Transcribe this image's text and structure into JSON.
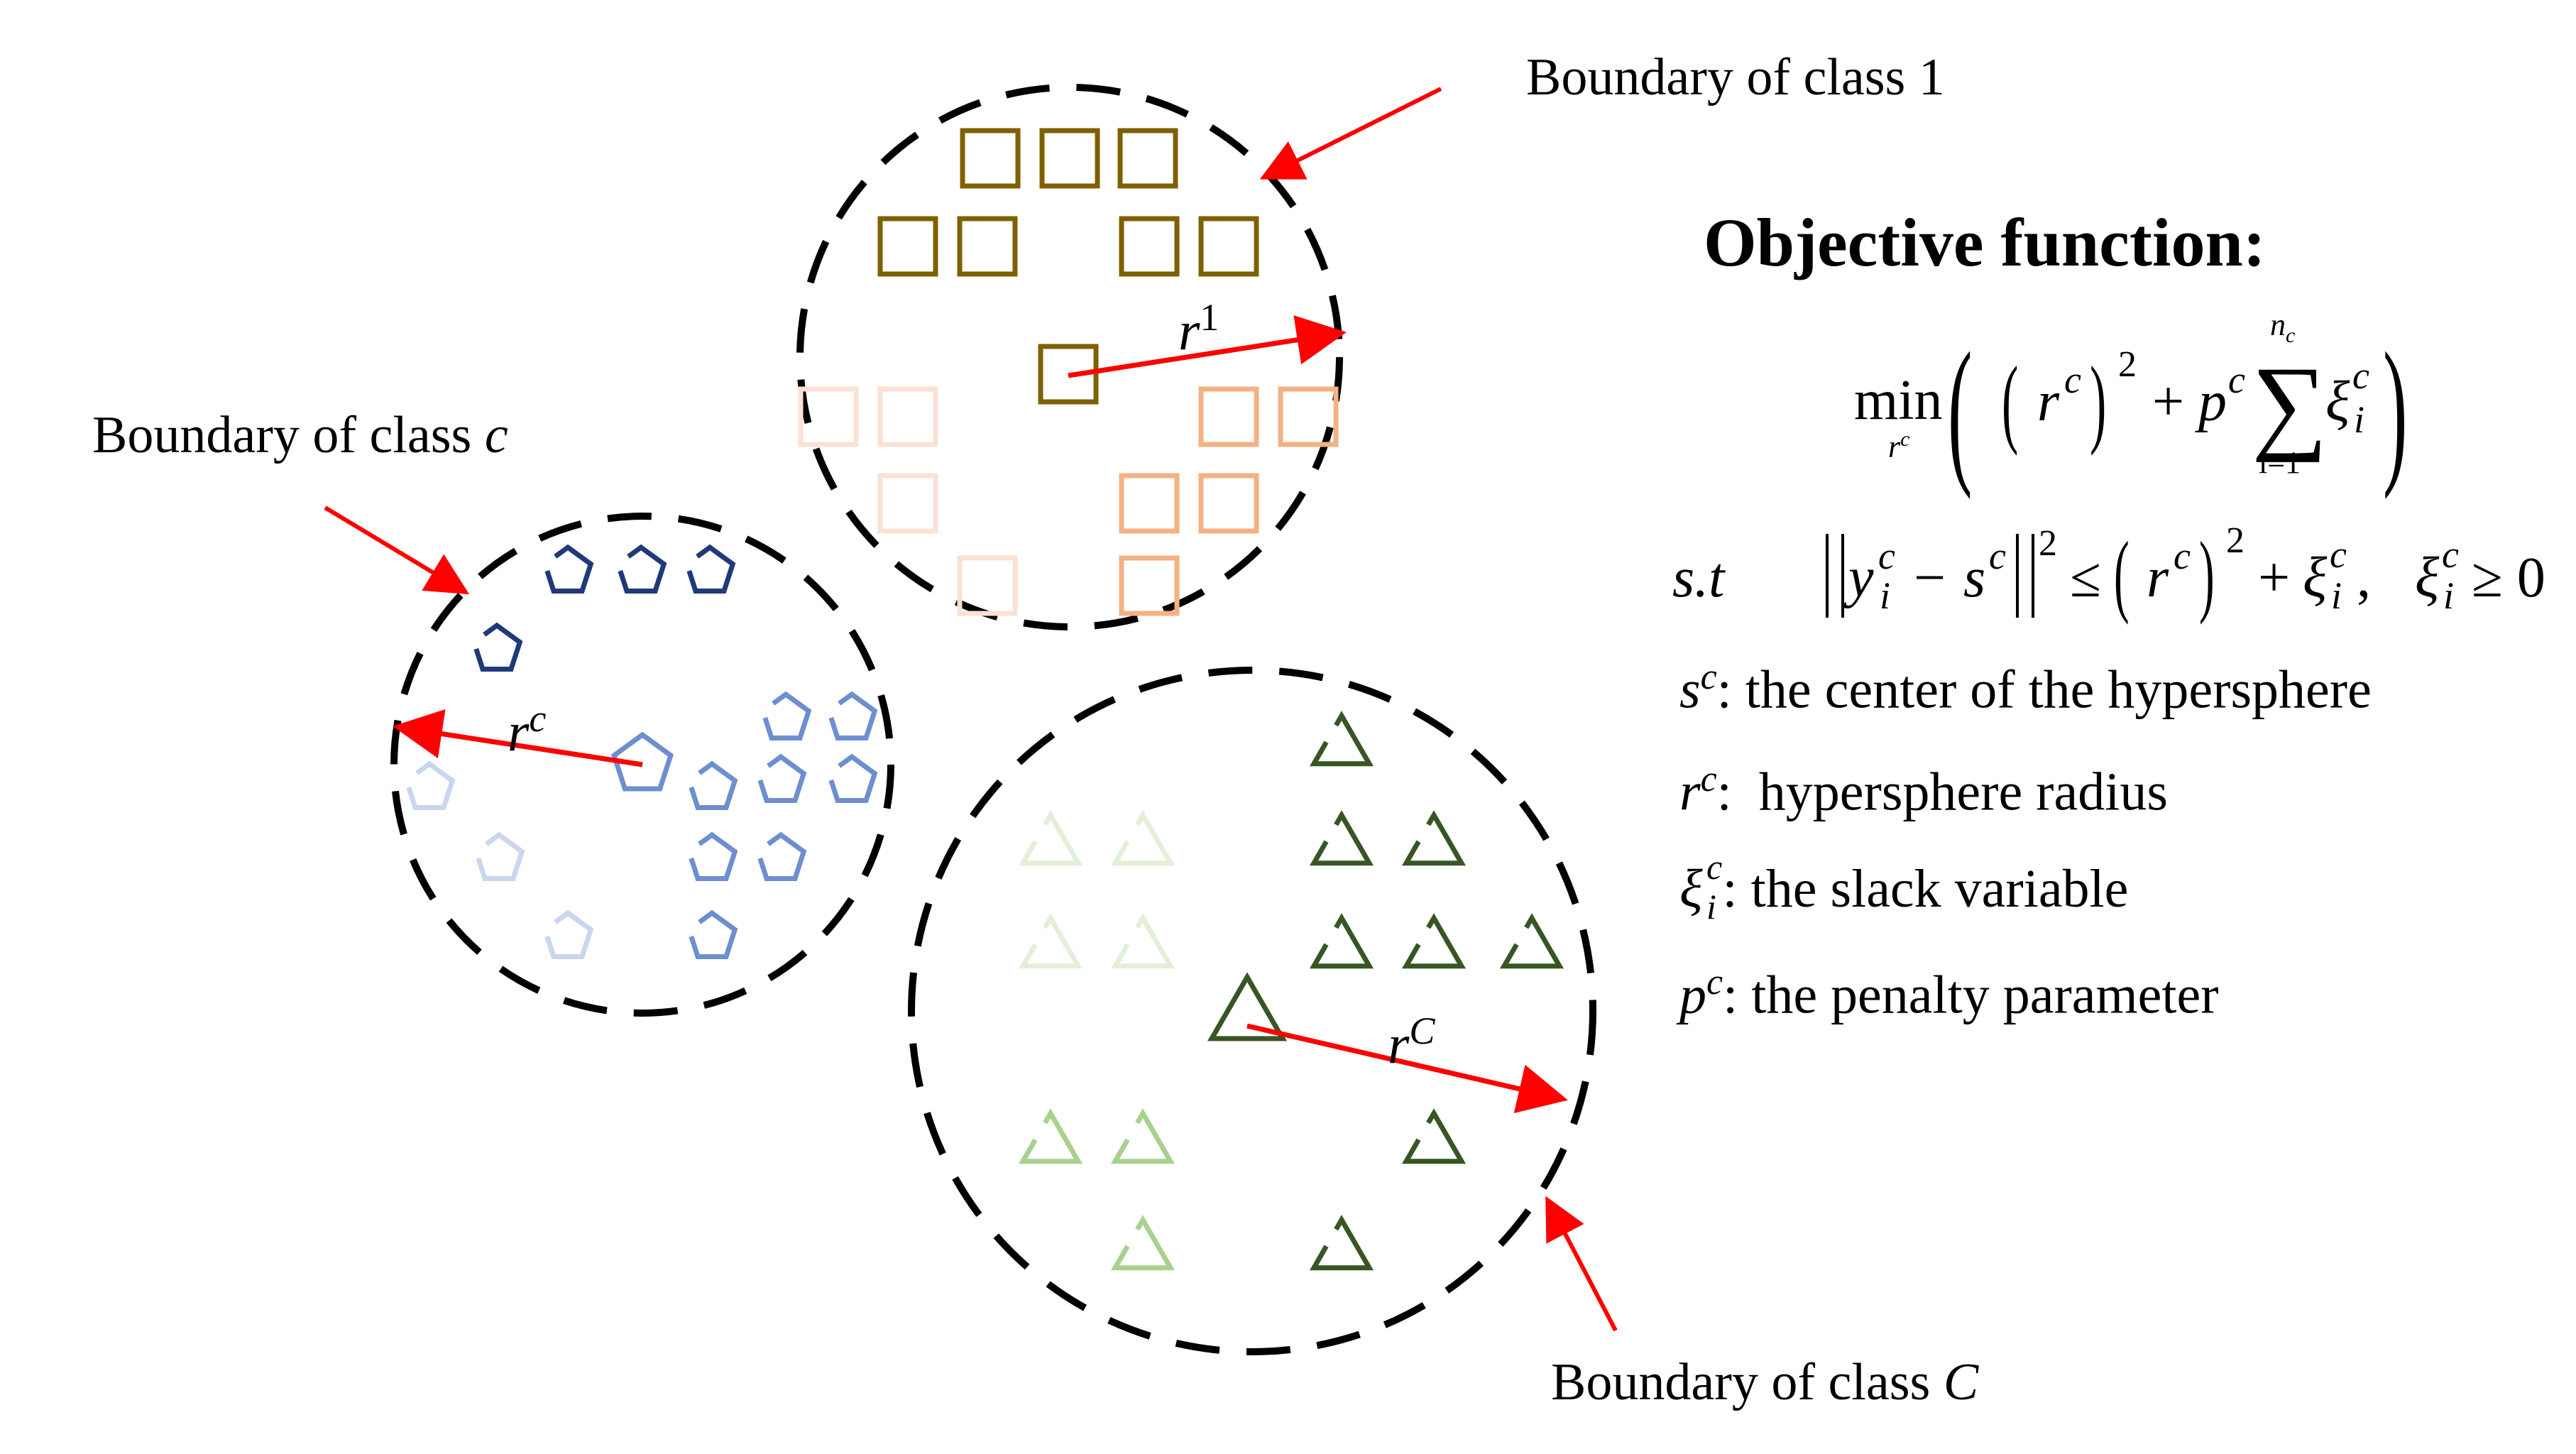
{
  "labels": {
    "boundary_class_1": "Boundary of class 1",
    "boundary_class_c_prefix": "Boundary of class ",
    "boundary_class_c_var": "c",
    "boundary_class_C_prefix": "Boundary of class ",
    "boundary_class_C_var": "C"
  },
  "radii": {
    "r1_base": "r",
    "r1_sup": "1",
    "rc_base": "r",
    "rc_sup": "c",
    "rC_base": "r",
    "rC_sup": "C"
  },
  "objective": {
    "title": "Objective function:",
    "min": "min",
    "min_sub": "r",
    "min_sub_sup": "c",
    "r": "r",
    "c": "c",
    "sq": "2",
    "plus": "+",
    "p": "p",
    "sum": "∑",
    "sum_top_n": "n",
    "sum_top_c": "c",
    "sum_bottom": "i=1",
    "xi": "ξ",
    "i": "i",
    "st": "s.t",
    "y": "y",
    "minus": "−",
    "s": "s",
    "le": "≤",
    "comma": ",",
    "ge_zero": "≥ 0"
  },
  "definitions": [
    {
      "sym": "s",
      "sup": "c",
      "sub": "",
      "text": ": the center of the hypersphere"
    },
    {
      "sym": "r",
      "sup": "c",
      "sub": "",
      "text": ":  hypersphere radius"
    },
    {
      "sym": "ξ",
      "sup": "c",
      "sub": "i",
      "text": ": the slack variable"
    },
    {
      "sym": "p",
      "sup": "c",
      "sub": "",
      "text": ": the penalty parameter"
    }
  ],
  "colors": {
    "boundary": "#000000",
    "arrow": "#ff0000",
    "class1_dark": "#7f6000",
    "class1_light": "#fbe1d4",
    "class1_mid": "#f4b183",
    "classc_dark": "#1f3a78",
    "classc_mid": "#6d8fcf",
    "classc_light": "#c9d6ee",
    "classC_dark": "#375623",
    "classC_mid": "#a9d18e",
    "classC_light": "#e2efd9"
  }
}
